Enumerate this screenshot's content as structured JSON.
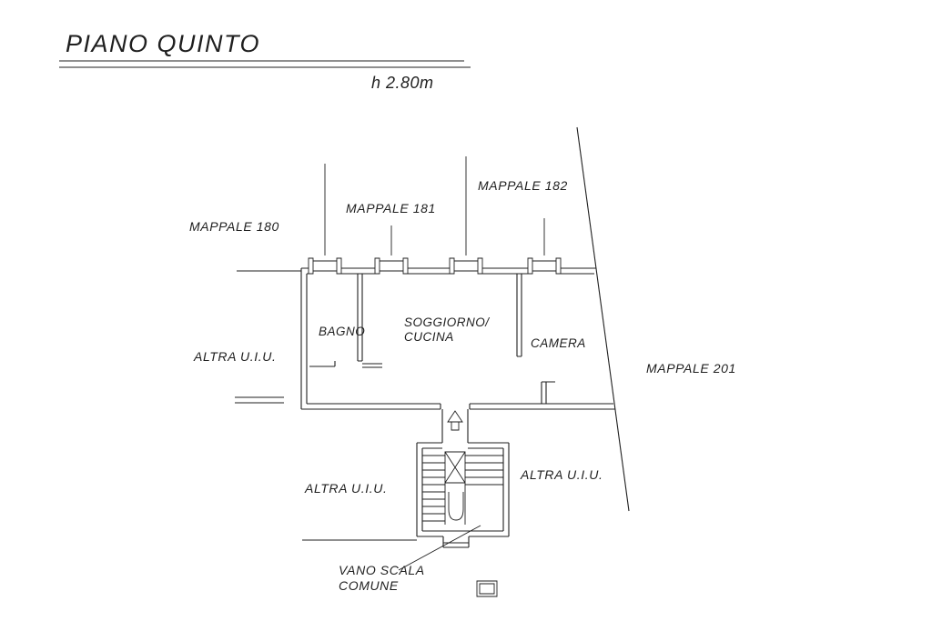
{
  "title": "PIANO QUINTO",
  "subtitle": "h 2.80m",
  "parcels": {
    "mappale_180": "MAPPALE 180",
    "mappale_181": "MAPPALE 181",
    "mappale_182": "MAPPALE 182",
    "mappale_201": "MAPPALE 201"
  },
  "rooms": {
    "bagno": "BAGNO",
    "soggiorno_line1": "SOGGIORNO/",
    "soggiorno_line2": "CUCINA",
    "camera": "CAMERA"
  },
  "other_units": {
    "left": "ALTRA U.I.U.",
    "bottom_left": "ALTRA U.I.U.",
    "bottom_right": "ALTRA U.I.U."
  },
  "stairwell": {
    "label_line1": "VANO SCALA",
    "label_line2": "COMUNE"
  },
  "colors": {
    "ink": "#1f1f1f",
    "background": "#ffffff"
  }
}
